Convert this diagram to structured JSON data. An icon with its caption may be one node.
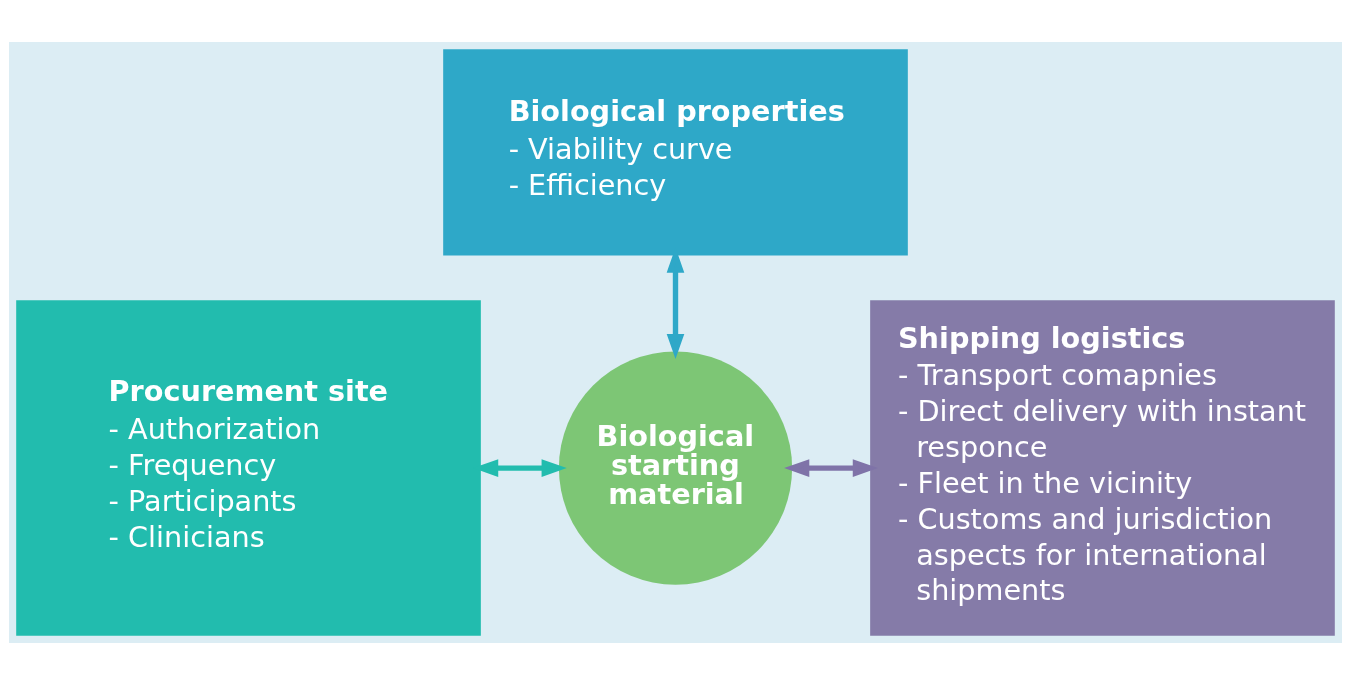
{
  "diagram": {
    "nodes": [
      {
        "text": [
          "Biological properties",
          "- Viability curve",
          "- Efficiency"
        ]
      },
      {
        "text": [
          "Procurement site",
          "- Authorization",
          "- Frequency",
          "- Participants",
          "- Clinicians"
        ]
      },
      {
        "text": [
          "Biological starting material"
        ]
      },
      {
        "text": [
          "Shipping logistics",
          "- Transport comapnies",
          "- Direct delivery with instant responce",
          "- Fleet in the vicinity",
          "- Customs and jurisdiction aspects for international shipments"
        ]
      }
    ],
    "edges": [
      {
        "from": 2,
        "to": 0,
        "arrow": "both",
        "color": "#2ea8c8"
      },
      {
        "from": 2,
        "to": 1,
        "arrow": "both",
        "color": "#22bcae"
      },
      {
        "from": 2,
        "to": 3,
        "arrow": "both",
        "color": "#7f73a8"
      }
    ]
  }
}
